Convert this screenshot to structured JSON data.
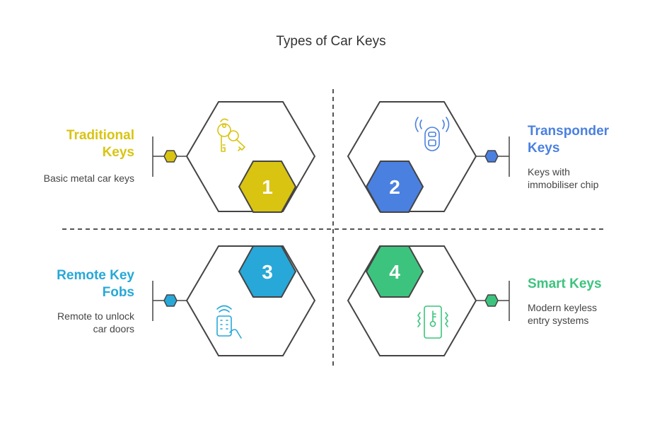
{
  "title": "Types of Car Keys",
  "items": [
    {
      "number": "1",
      "title_line1": "Traditional",
      "title_line2": "Keys",
      "description_line1": "Basic metal car keys",
      "description_line2": "",
      "color": "#D9C412",
      "icon": "car-keys-icon"
    },
    {
      "number": "2",
      "title_line1": "Transponder",
      "title_line2": "Keys",
      "description_line1": "Keys with",
      "description_line2": "immobiliser chip",
      "color": "#4A80E0",
      "icon": "transponder-key-icon"
    },
    {
      "number": "3",
      "title_line1": "Remote Key",
      "title_line2": "Fobs",
      "description_line1": "Remote to unlock",
      "description_line2": "car doors",
      "color": "#27A8D8",
      "icon": "remote-fob-icon"
    },
    {
      "number": "4",
      "title_line1": "Smart Keys",
      "title_line2": "",
      "description_line1": "Modern keyless",
      "description_line2": "entry systems",
      "color": "#3CC47E",
      "icon": "smart-key-icon"
    }
  ]
}
